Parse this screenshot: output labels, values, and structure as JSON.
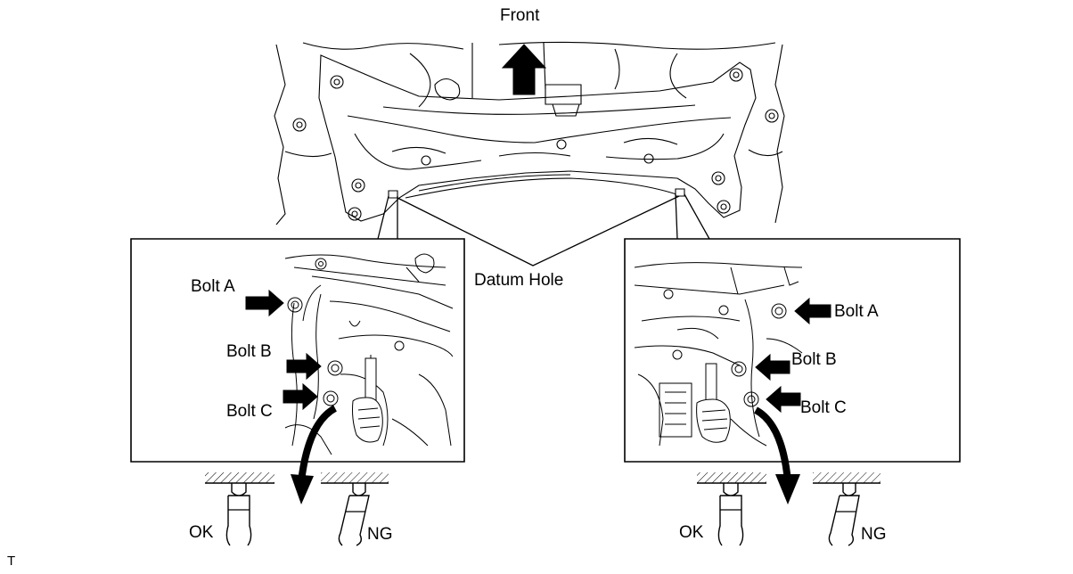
{
  "labels": {
    "front": "Front",
    "datum_hole": "Datum Hole",
    "left": {
      "bolt_a": "Bolt A",
      "bolt_b": "Bolt B",
      "bolt_c": "Bolt C",
      "ok": "OK",
      "ng": "NG"
    },
    "right": {
      "bolt_a": "Bolt A",
      "bolt_b": "Bolt B",
      "bolt_c": "Bolt C",
      "ok": "OK",
      "ng": "NG"
    },
    "footer_mark": "T"
  },
  "colors": {
    "line": "#000000",
    "background": "#ffffff",
    "arrow_fill": "#000000"
  },
  "icons": [
    "front-arrow-icon",
    "bolt-arrow-icon",
    "curved-arrow-icon",
    "guide-pin-icon",
    "hatch-surface-icon"
  ]
}
